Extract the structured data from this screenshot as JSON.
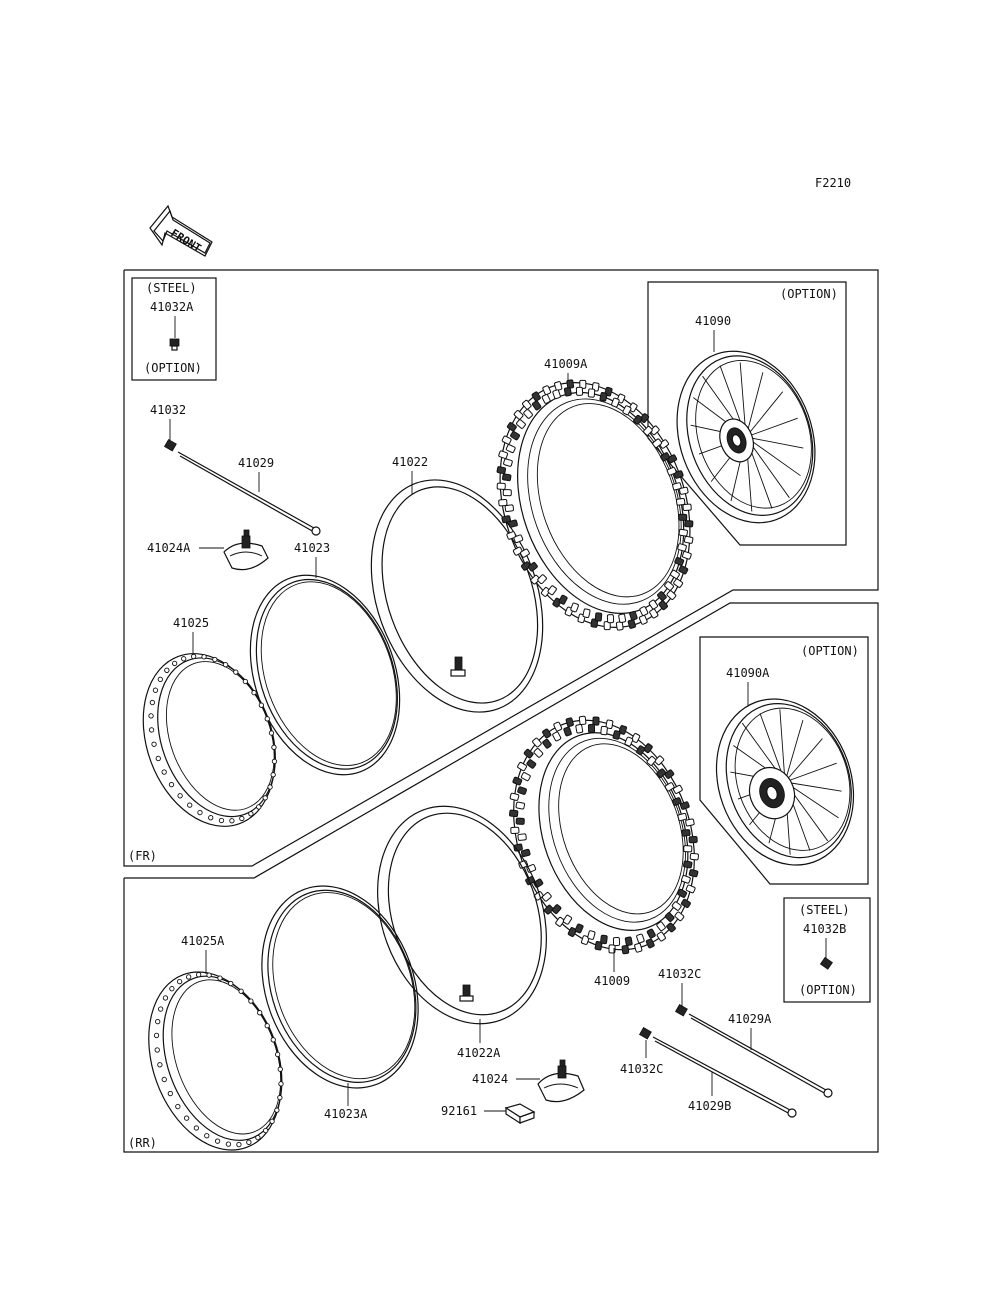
{
  "figure_code": "F2210",
  "front_label": "FRONT",
  "sections": {
    "front": {
      "tag": "(FR)"
    },
    "rear": {
      "tag": "(RR)"
    }
  },
  "boxes": {
    "steel_front": {
      "top": "(STEEL)",
      "part": "41032A",
      "bottom": "(OPTION)"
    },
    "wheel_front_option": {
      "label": "(OPTION)",
      "part": "41090"
    },
    "wheel_rear_option": {
      "label": "(OPTION)",
      "part": "41090A"
    },
    "steel_rear": {
      "top": "(STEEL)",
      "part": "41032B",
      "bottom": "(OPTION)"
    }
  },
  "parts": {
    "front": {
      "valve_cap": "41032",
      "spoke": "41029",
      "rim_lock": "41024A",
      "rim_band": "41023",
      "tube": "41022",
      "tire": "41009A",
      "rim": "41025"
    },
    "rear": {
      "rim": "41025A",
      "rim_band": "41023A",
      "tube": "41022A",
      "tire": "41009",
      "rim_lock": "41024",
      "rim_lock_nut": "92161",
      "valve_cap_1": "41032C",
      "valve_cap_2": "41032C",
      "spoke_1": "41029A",
      "spoke_2": "41029B"
    }
  }
}
